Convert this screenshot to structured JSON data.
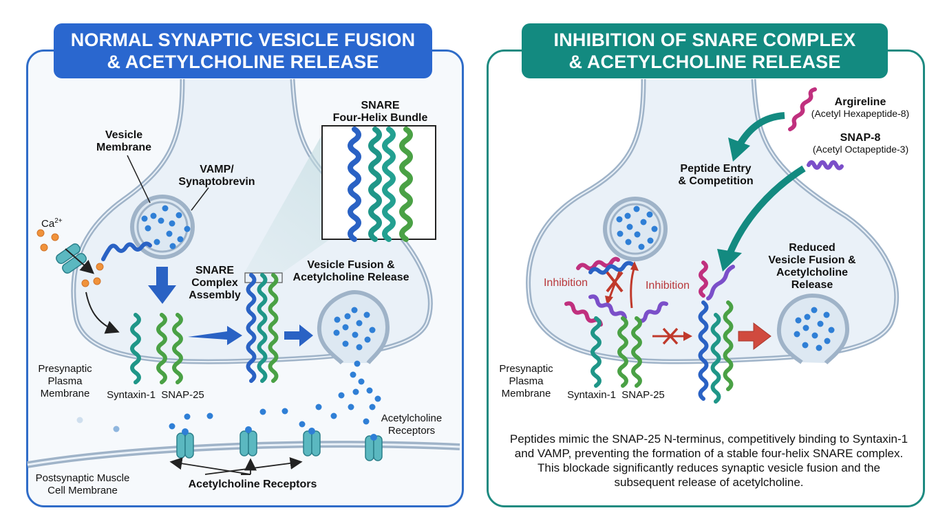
{
  "left_panel": {
    "title_line1": "NORMAL SYNAPTIC VESICLE FUSION",
    "title_line2": "& ACETYLCHOLINE RELEASE",
    "labels": {
      "vesicle_membrane": [
        "Vesicle",
        "Membrane"
      ],
      "vamp": [
        "VAMP/",
        "Synaptobrevin"
      ],
      "calcium": "Ca",
      "calcium_charge": "2+",
      "snare_bundle": [
        "SNARE",
        "Four-Helix Bundle"
      ],
      "snare_assembly": [
        "SNARE",
        "Complex",
        "Assembly"
      ],
      "fusion": [
        "Vesicle Fusion &",
        "Acetylcholine Release"
      ],
      "presynaptic": [
        "Presynaptic",
        "Plasma",
        "Membrane"
      ],
      "syntaxin": "Syntaxin-1",
      "snap25": "SNAP-25",
      "ach_receptors_side": [
        "Acetylcholine",
        "Receptors"
      ],
      "postsynaptic": [
        "Postsynaptic Muscle",
        "Cell Membrane"
      ],
      "ach_receptors_bottom": "Acetylcholine Receptors"
    }
  },
  "right_panel": {
    "title_line1": "INHIBITION OF SNARE COMPLEX",
    "title_line2": "& ACETYLCHOLINE RELEASE",
    "labels": {
      "argireline": "Argireline",
      "argireline_sub": "(Acetyl Hexapeptide-8)",
      "snap8": "SNAP-8",
      "snap8_sub": "(Acetyl Octapeptide-3)",
      "peptide_entry": [
        "Peptide Entry",
        "& Competition"
      ],
      "inhibition_left": "Inhibition",
      "inhibition_right": "Inhibition",
      "reduced": [
        "Reduced",
        "Vesicle Fusion &",
        "Acetylcholine",
        "Release"
      ],
      "presynaptic": [
        "Presynaptic",
        "Plasma",
        "Membrane"
      ],
      "syntaxin": "Syntaxin-1",
      "snap25": "SNAP-25"
    },
    "description": "Peptides mimic the SNAP-25 N-terminus, competitively binding to Syntaxin-1 and VAMP, preventing the formation of a stable four-helix SNARE complex. This blockade significantly reduces synaptic vesicle fusion and the subsequent release of acetylcholine."
  },
  "colors": {
    "left_accent": "#2a67cf",
    "right_accent": "#138a80",
    "membrane": "#9fb3c8",
    "vamp_helix": "#2a62c4",
    "syntaxin_helix": "#1f9688",
    "snap25_helix": "#4aa145",
    "argireline_helix": "#c0307e",
    "snap8_helix": "#7b4fc9",
    "calcium": "#f0923a",
    "acetylcholine": "#2f7fd6",
    "receptor": "#5bb8c0",
    "inhibition": "#c0392b"
  }
}
